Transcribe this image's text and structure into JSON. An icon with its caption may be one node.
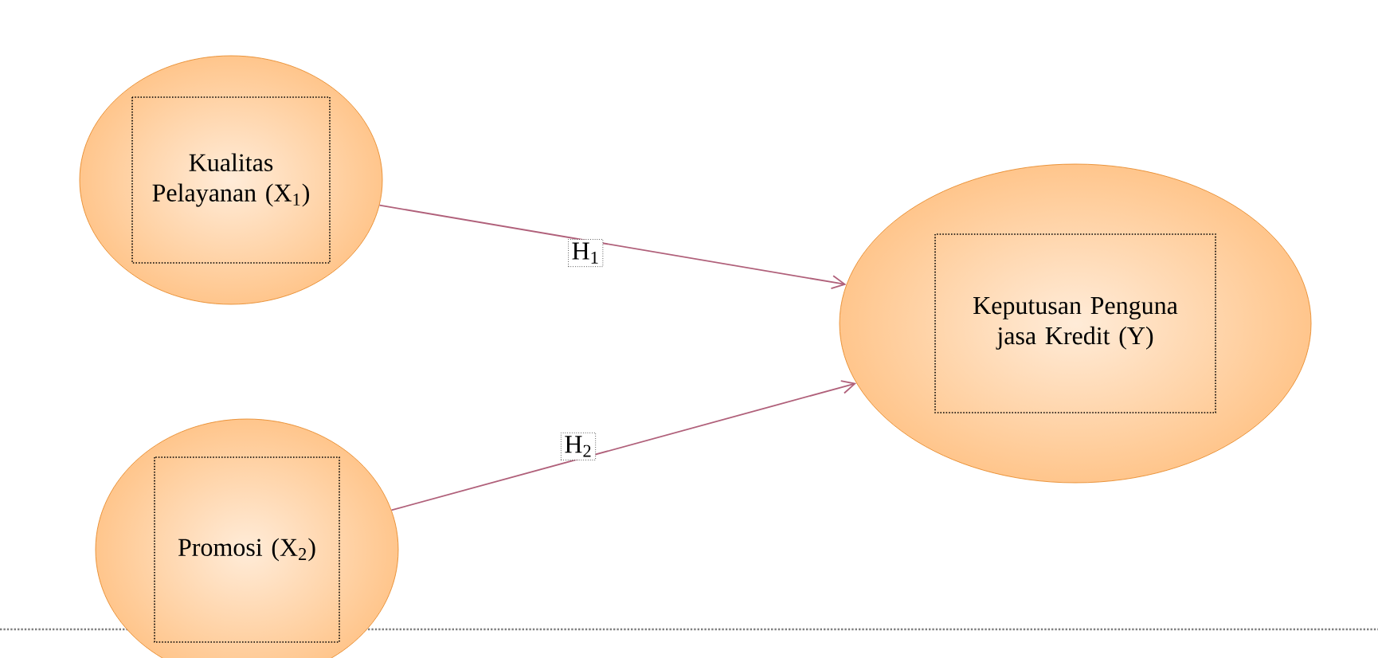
{
  "diagram": {
    "nodes": [
      {
        "text": [
          "Kualitas Pelayanan (X$_{1}$)"
        ]
      },
      {
        "text": [
          "Promosi (X$_{2}$)"
        ]
      },
      {
        "text": [
          "Keputusan Penguna jasa Kredit (Y)"
        ]
      }
    ],
    "edges": [
      {
        "from": 0,
        "to": 2,
        "arrow": "to",
        "label": "H$_{1}$"
      },
      {
        "from": 1,
        "to": 2,
        "arrow": "to",
        "label": "H$_{2}$"
      }
    ]
  }
}
